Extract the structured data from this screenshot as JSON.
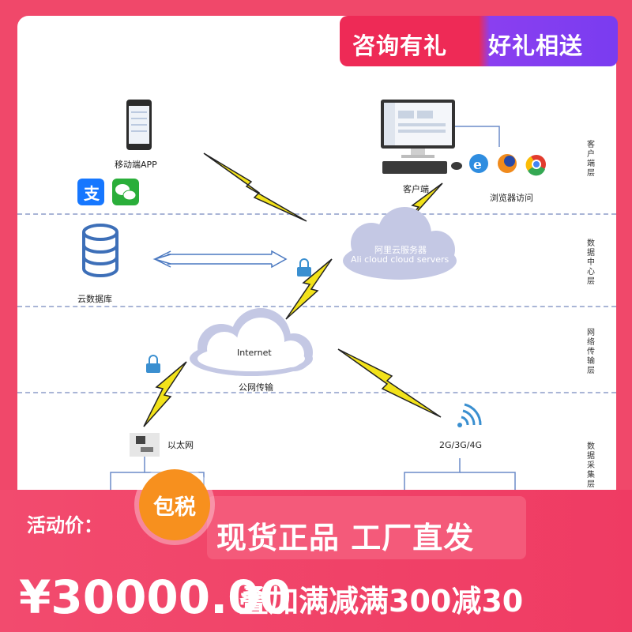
{
  "banner": {
    "left": "咨询有礼",
    "right": "好礼相送"
  },
  "layers": [
    "客户端层",
    "数据中心层",
    "网络传输层",
    "数据采集层"
  ],
  "nodes": {
    "mobile_app": "移动端APP",
    "client": "客户端",
    "browser": "浏览器访问",
    "database": "云数据库",
    "cloud_cn": "阿里云服务器",
    "cloud_en": "Ali cloud  cloud servers",
    "internet": "Internet",
    "public_net": "公网传输",
    "ethernet": "以太网",
    "mobile_net": "2G/3G/4G"
  },
  "promo": {
    "activity_price_label": "活动价：",
    "badge": "包税",
    "slogan": "现货正品 工厂直发",
    "price": "¥30000.00",
    "discount": "叠加满减满300减30"
  },
  "colors": {
    "accent": "#ee2a56",
    "purple": "#7a3cf0",
    "promo": "#f0486a",
    "bolt": "#f2e21a",
    "cloud": "#c4c8e4"
  }
}
